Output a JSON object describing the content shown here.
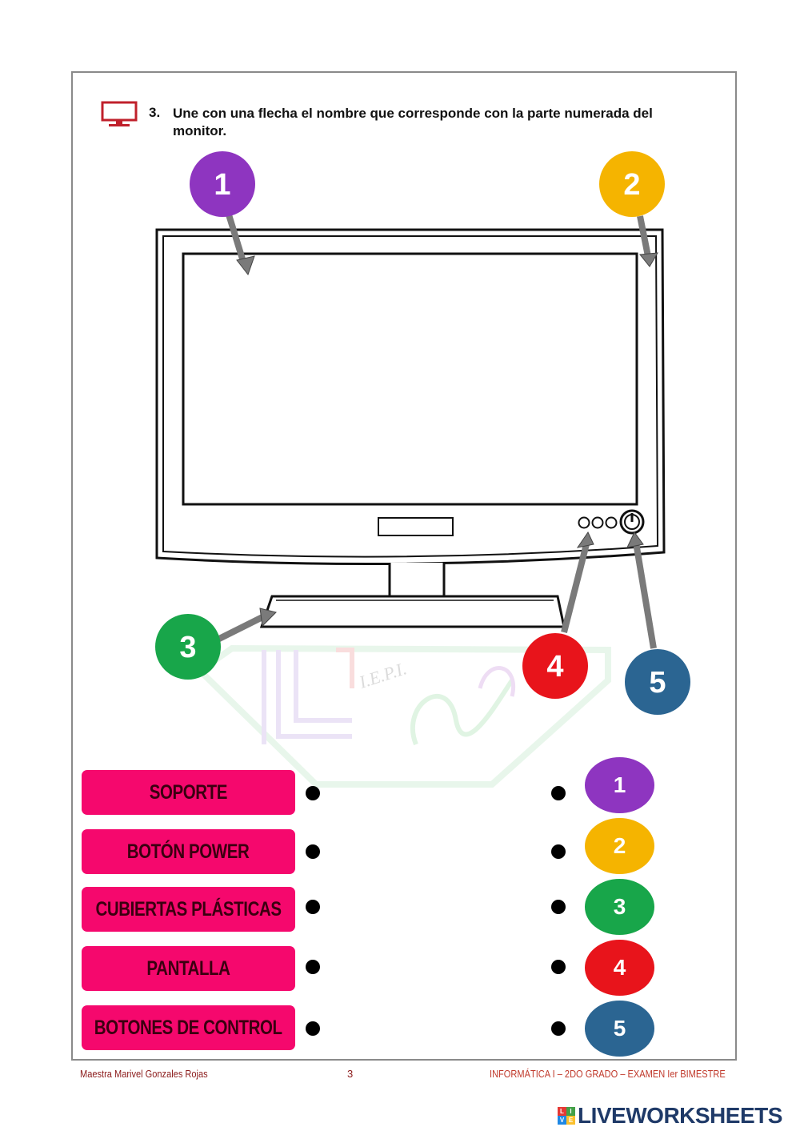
{
  "instruction": {
    "number": "3.",
    "text": "Une con una flecha el nombre que corresponde con la parte numerada del monitor."
  },
  "diagram_markers": [
    {
      "label": "1",
      "color": "#8e35c0"
    },
    {
      "label": "2",
      "color": "#f5b400"
    },
    {
      "label": "3",
      "color": "#18a64a"
    },
    {
      "label": "4",
      "color": "#e8141b"
    },
    {
      "label": "5",
      "color": "#2b6592"
    }
  ],
  "watermark": "I.E.P.I.",
  "names": [
    {
      "label": "SOPORTE"
    },
    {
      "label": "BOTÓN POWER"
    },
    {
      "label": "CUBIERTAS PLÁSTICAS"
    },
    {
      "label": "PANTALLA"
    },
    {
      "label": "BOTONES DE CONTROL"
    }
  ],
  "numbers": [
    {
      "label": "1",
      "color": "#8e35c0"
    },
    {
      "label": "2",
      "color": "#f5b400"
    },
    {
      "label": "3",
      "color": "#18a64a"
    },
    {
      "label": "4",
      "color": "#e8141b"
    },
    {
      "label": "5",
      "color": "#2b6592"
    }
  ],
  "footer": {
    "teacher": "Maestra Marivel Gonzales Rojas",
    "page": "3",
    "course": "INFORMÁTICA I – 2DO GRADO – EXAMEN Ier BIMESTRE"
  },
  "brand": {
    "name": "LIVEWORKSHEETS",
    "logo_letters": [
      "L",
      "I",
      "V",
      "E"
    ]
  }
}
